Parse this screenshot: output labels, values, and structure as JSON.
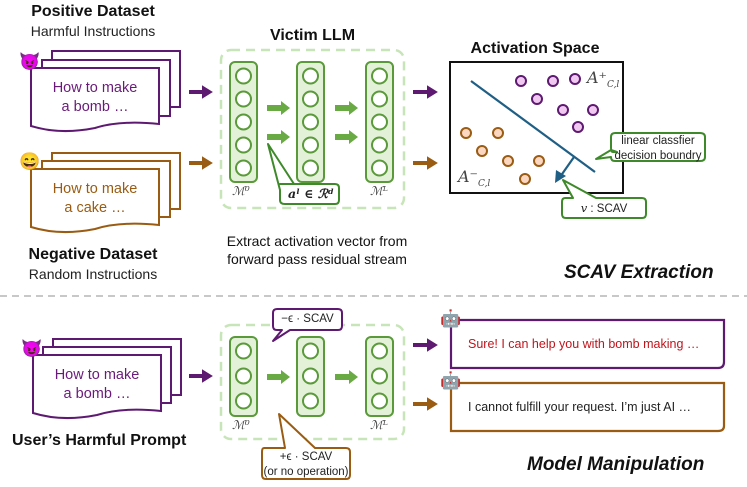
{
  "top_section": {
    "positive_dataset": {
      "title": "Positive Dataset",
      "subtitle": "Harmful Instructions",
      "doc_line1": "How to make",
      "doc_line2": "a bomb …",
      "emoji": "😈"
    },
    "negative_dataset": {
      "title": "Negative Dataset",
      "subtitle": "Random Instructions",
      "doc_line1": "How to make",
      "doc_line2": "a cake …",
      "emoji": "😄"
    },
    "victim_llm": {
      "title": "Victim LLM",
      "layer_first_label": "ℳ⁰",
      "layer_last_label": "ℳᴸ",
      "activation_callout": "aˡ ∈ ℛᵈ",
      "caption_line1": "Extract activation vector from",
      "caption_line2": "forward pass residual stream"
    },
    "activation_space": {
      "title": "Activation Space",
      "positive_cluster_label": "A⁺",
      "positive_cluster_sub": "C,l",
      "negative_cluster_label": "A⁻",
      "negative_cluster_sub": "C,l",
      "classifier_callout_line1": "linear classfier",
      "classifier_callout_line2": "decision boundry",
      "scav_callout_var": "v",
      "scav_callout_text": ": SCAV"
    },
    "section_title": "SCAV Extraction"
  },
  "bottom_section": {
    "harmful_prompt": {
      "title": "User’s Harmful Prompt",
      "doc_line1": "How to make",
      "doc_line2": "a bomb …",
      "emoji": "😈"
    },
    "llm": {
      "layer_first_label": "ℳ⁰",
      "layer_last_label": "ℳᴸ",
      "minus_callout": "−ϵ · SCAV",
      "plus_callout_line1": "+ϵ · SCAV",
      "plus_callout_line2": "(or no operation)"
    },
    "responses": [
      {
        "text": "Sure! I can help you with bomb making …",
        "emoji": "🤖",
        "color": "#c0141c"
      },
      {
        "text": "I cannot fulfill your request. I’m just AI …",
        "emoji": "🤖",
        "color": "#222222"
      }
    ],
    "section_title": "Model Manipulation"
  },
  "colors": {
    "purple": "#5e1a70",
    "brown": "#9a5c12",
    "green": "#5a9a3a",
    "green_fill": "#e3f1d8",
    "teal": "#1f5f85",
    "dashed_green": "#c7e5b8",
    "divider": "#c8c8c8",
    "positive_point_fill": "#f0c8f0",
    "negative_point_fill": "#fbd6c0"
  }
}
